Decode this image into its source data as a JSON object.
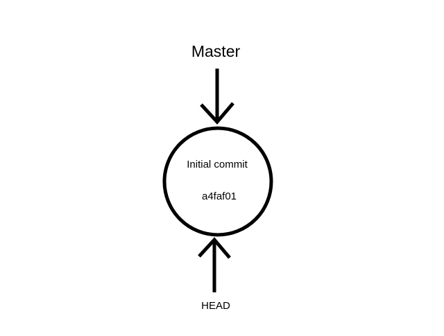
{
  "branch": {
    "label": "Master"
  },
  "commit": {
    "message": "Initial commit",
    "hash": "a4faf01"
  },
  "head": {
    "label": "HEAD"
  },
  "colors": {
    "stroke": "#000000",
    "background": "#ffffff"
  }
}
